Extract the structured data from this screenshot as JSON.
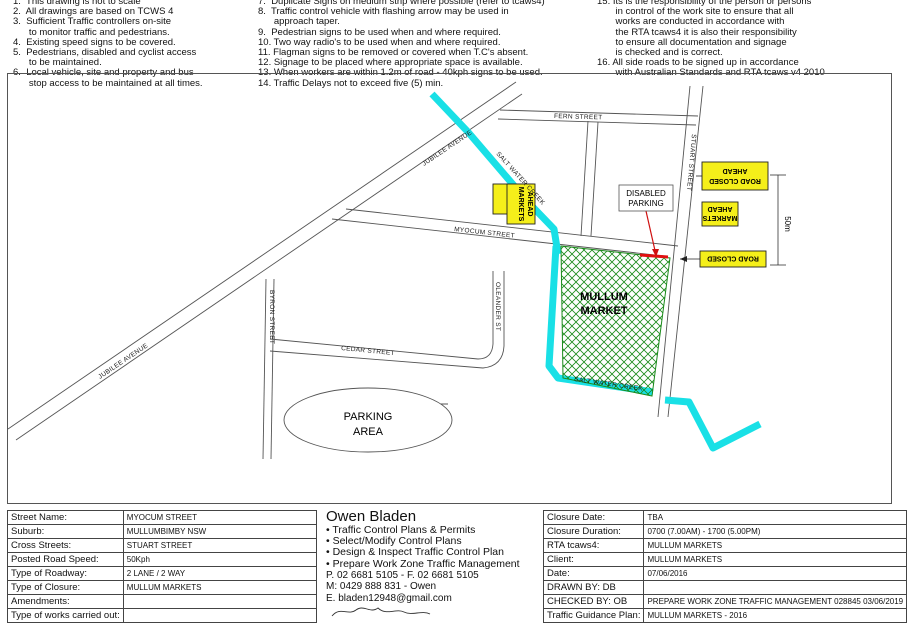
{
  "notes": {
    "col1": [
      "1.  This drawing is not to scale",
      "2.  All drawings are based on TCWS 4",
      "3.  Sufficient Traffic controllers on-site",
      "      to monitor traffic and pedestrians.",
      "4.  Existing speed signs to be covered.",
      "5.  Pedestrians, disabled and cyclist access",
      "      to be maintained.",
      "6.  Local vehicle, site and property and bus",
      "      stop access to be maintained at all times."
    ],
    "col2": [
      "7.  Duplicate Signs on medium strip where possible (refer to tcaws4)",
      "8.  Traffic control vehicle with flashing arrow may be used in",
      "      approach taper.",
      "9.  Pedestrian signs to be used when and where required.",
      "10. Two way radio's to be used when and where required.",
      "11. Flagman signs to be removed or covered when T.C's absent.",
      "12. Signage to be placed where appropriate space is available.",
      "13. When workers are within 1.2m of road - 40kph signs to be used.",
      "14. Traffic Delays not to exceed five (5) min."
    ],
    "col3": [
      "15. Its is the responsibility of the person or persons",
      "       in control of the work site to ensure that all",
      "       works are conducted in accordance with",
      "       the RTA tcaws4 it is also their responsibility",
      "       to ensure all documentation and signage",
      "       is checked and is correct.",
      "16. All side roads to be signed up in accordance",
      "       with Australian Standards and RTA tcaws v4 2010"
    ]
  },
  "map": {
    "roads": {
      "jubilee_upper": "JUBILEE AVENUE",
      "jubilee_lower": "JUBILEE AVENUE",
      "fern": "FERN STREET",
      "myocum": "MYOCUM STREET",
      "stuart": "STUART STREET",
      "byron": "BYRON STREET",
      "oleander": "OLEANDER ST",
      "cedar": "CEDAR STREET"
    },
    "creek_labels": {
      "upper": "SALT WATER CREEK",
      "lower": "SALT WATER CREEK"
    },
    "market_lines": [
      "MULLUM",
      "MARKET"
    ],
    "parking_lines": [
      "PARKING",
      "AREA"
    ],
    "disabled_callout": [
      "DISABLED",
      "PARKING"
    ],
    "signs": {
      "road_closed_top": [
        "ROAD CLOSED",
        "AHEAD"
      ],
      "markets_ahead_right": [
        "MARKETS",
        "AHEAD"
      ],
      "road_closed_bottom": "ROAD CLOSED",
      "markets_ahead_left": [
        "MARKETS",
        "AHEAD"
      ]
    },
    "dimension": "50m",
    "colors": {
      "creek": "#19e0e6",
      "market_hatch": "#1a8a1a",
      "sign_fill": "#f5ef1a"
    }
  },
  "left_table": [
    {
      "k": "Street Name:",
      "v": "MYOCUM STREET"
    },
    {
      "k": "Suburb:",
      "v": "MULLUMBIMBY NSW"
    },
    {
      "k": "Cross Streets:",
      "v": "STUART STREET"
    },
    {
      "k": "Posted Road Speed:",
      "v": "50Kph"
    },
    {
      "k": "Type of Roadway:",
      "v": "2 LANE / 2 WAY"
    },
    {
      "k": "Type of Closure:",
      "v": "MULLUM MARKETS"
    },
    {
      "k": "Amendments:",
      "v": ""
    },
    {
      "k": "Type of works carried out:",
      "v": ""
    }
  ],
  "company": {
    "name": "Owen Bladen",
    "services": [
      "• Traffic Control Plans & Permits",
      "• Select/Modify Control Plans",
      "• Design & Inspect Traffic Control Plan",
      "• Prepare Work Zone Traffic Management"
    ],
    "phone": "P. 02 6681 5105 - F. 02 6681 5105",
    "mobile": "M:  0429 888 831 - Owen",
    "email": "E. bladen12948@gmail.com"
  },
  "right_table": [
    {
      "k": "Closure Date:",
      "v": "TBA"
    },
    {
      "k": "Closure Duration:",
      "v": "0700 (7.00AM) - 1700 (5.00PM)"
    },
    {
      "k": "RTA tcaws4:",
      "v": "MULLUM MARKETS"
    },
    {
      "k": "Client:",
      "v": "MULLUM MARKETS"
    },
    {
      "k": "Date:",
      "v": "07/06/2016"
    },
    {
      "k": "DRAWN BY: DB",
      "v": ""
    },
    {
      "k": "CHECKED BY: OB",
      "v": "PREPARE WORK ZONE TRAFFIC MANAGEMENT 028845 03/06/2019"
    },
    {
      "k": "Traffic Guidance Plan:",
      "v": "MULLUM MARKETS - 2016"
    }
  ]
}
